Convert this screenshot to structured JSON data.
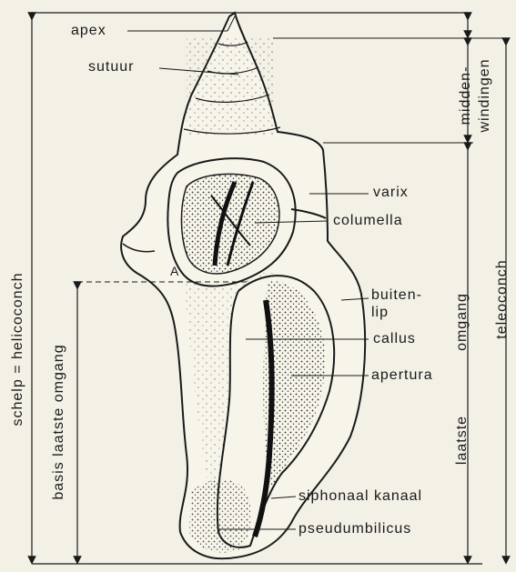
{
  "labels": {
    "apex": "apex",
    "sutuur": "sutuur",
    "varix": "varix",
    "columella": "columella",
    "buitenlip_1": "buiten-",
    "buitenlip_2": "lip",
    "callus": "callus",
    "apertura": "apertura",
    "siphonaal_kanaal": "siphonaal kanaal",
    "pseudumbilicus": "pseudumbilicus",
    "point_a": "A"
  },
  "vertical_labels": {
    "schelp": "schelp = helicoconch",
    "basis": "basis laatste omgang",
    "midden_1": "midden-",
    "midden_2": "windingen",
    "laatste": "laatste",
    "omgang": "omgang",
    "teleoconch": "teleoconch"
  },
  "colors": {
    "ink": "#1a1a1a",
    "paper": "#f3f0e6",
    "shell": "#f7f4ea",
    "stipple": "#2a2a2a"
  }
}
